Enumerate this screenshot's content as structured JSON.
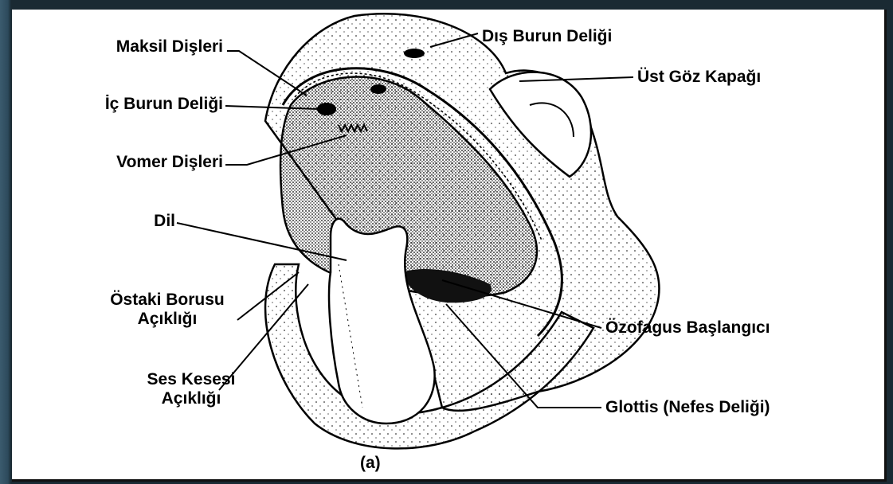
{
  "figure_label": "(a)",
  "labels": {
    "maxillary_teeth": "Maksil Dişleri",
    "internal_nostril": "İç Burun Deliği",
    "vomerine_teeth": "Vomer Dişleri",
    "tongue": "Dil",
    "eustachian_1": "Östaki Borusu",
    "eustachian_2": "Açıklığı",
    "vocal_sac_1": "Ses Kesesi",
    "vocal_sac_2": "Açıklığı",
    "external_nostril": "Dış Burun Deliği",
    "upper_eyelid": "Üst Göz Kapağı",
    "esophagus": "Özofagus Başlangıcı",
    "glottis": "Glottis (Nefes Deliği)"
  }
}
